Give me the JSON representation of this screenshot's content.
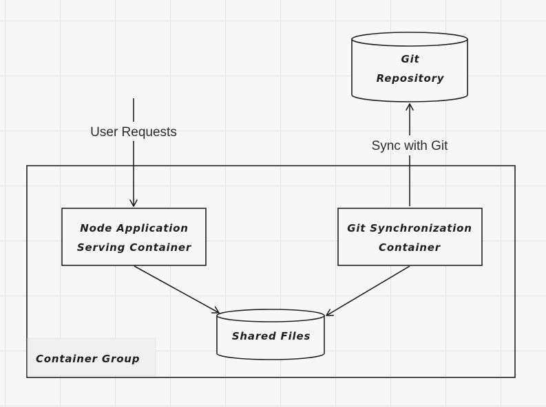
{
  "diagram": {
    "group_label": "Container Group",
    "nodes": {
      "git_repository": [
        "Git",
        "Repository"
      ],
      "node_app": [
        "Node Application",
        "Serving Container"
      ],
      "git_sync": [
        "Git Synchronization",
        "Container"
      ],
      "shared_files": [
        "Shared Files"
      ]
    },
    "edges": {
      "user_requests": "User Requests",
      "sync_with_git": "Sync with Git"
    }
  }
}
